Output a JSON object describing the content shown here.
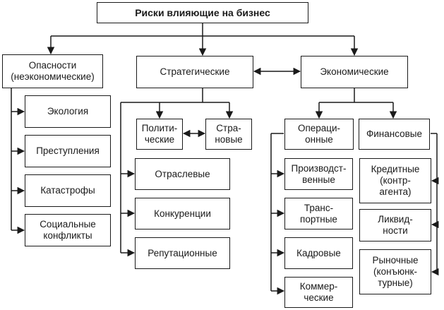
{
  "diagram": {
    "root": "Риски влияющие на бизнес",
    "hazards": {
      "label": "Опасности\n(неэкономические)",
      "items": [
        "Экология",
        "Преступления",
        "Катастрофы",
        "Социальные\nконфликты"
      ]
    },
    "strategic": {
      "label": "Стратегические",
      "political": "Полити-\nческие",
      "country": "Стра-\nновые",
      "items": [
        "Отраслевые",
        "Конкуренции",
        "Репутационные"
      ]
    },
    "economic": {
      "label": "Экономические",
      "operational": {
        "label": "Операци-\nонные",
        "items": [
          "Производст-\nвенные",
          "Транс-\nпортные",
          "Кадровые",
          "Коммер-\nческие"
        ]
      },
      "financial": {
        "label": "Финансовые",
        "items": [
          "Кредитные\n(контр-\nагента)",
          "Ликвид-\nности",
          "Рыночные\n(конъюнк-\nтурные)"
        ]
      }
    },
    "colors": {
      "line": "#1a1a1a",
      "background": "#ffffff"
    }
  }
}
